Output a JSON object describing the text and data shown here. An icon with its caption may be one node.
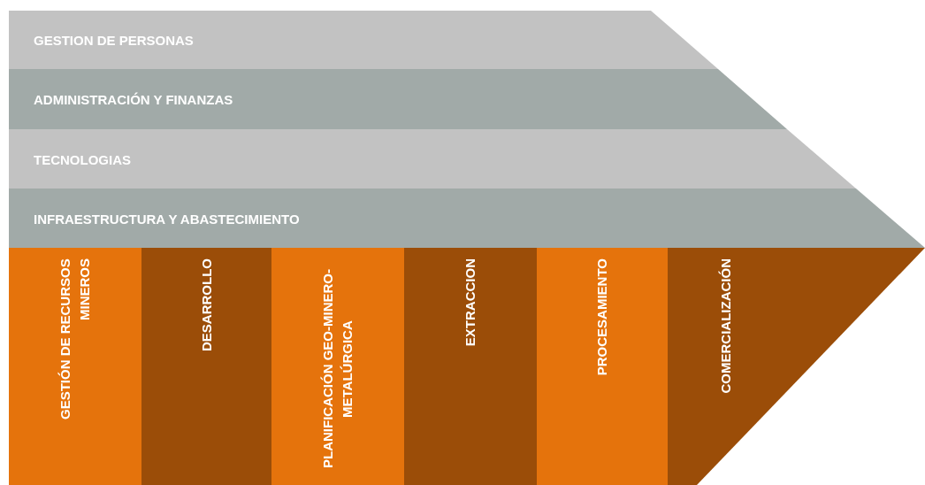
{
  "diagram": {
    "nodes": [
      {
        "text": [
          "GESTION DE PERSONAS"
        ]
      },
      {
        "text": [
          "ADMINISTRACIÓN Y FINANZAS"
        ]
      },
      {
        "text": [
          "TECNOLOGIAS"
        ]
      },
      {
        "text": [
          "INFRAESTRUCTURA Y ABASTECIMIENTO"
        ]
      },
      {
        "text": [
          "GESTIÓN DE RECURSOS MINEROS"
        ]
      },
      {
        "text": [
          "DESARROLLO"
        ]
      },
      {
        "text": [
          "PLANIFICACIÓN GEO-MINERO-METALÚRGICA"
        ]
      },
      {
        "text": [
          "EXTRACCION"
        ]
      },
      {
        "text": [
          "PROCESAMIENTO"
        ]
      },
      {
        "text": [
          "COMERCIALIZACIÓN"
        ]
      }
    ]
  }
}
